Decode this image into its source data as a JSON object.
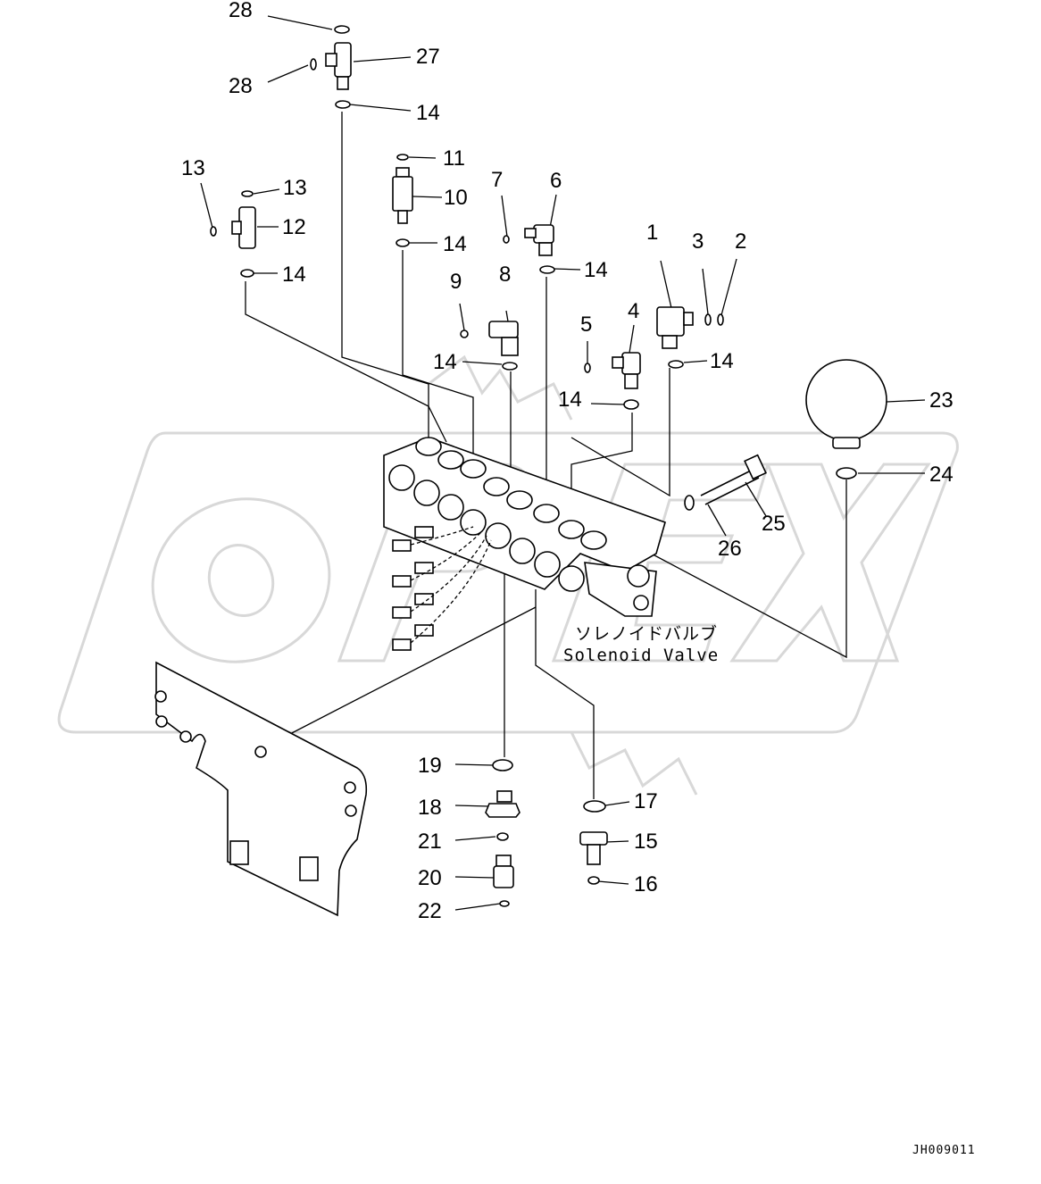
{
  "caption": {
    "jp": "ソレノイドバルブ",
    "en": "Solenoid Valve"
  },
  "drawing_code": "JH009011",
  "watermark": {
    "letters": [
      "O",
      "P",
      "E",
      "X"
    ],
    "color": "#d8d8d8"
  },
  "part_labels": [
    {
      "id": "p28a",
      "text": "28"
    },
    {
      "id": "p27",
      "text": "27"
    },
    {
      "id": "p28b",
      "text": "28"
    },
    {
      "id": "p14a",
      "text": "14"
    },
    {
      "id": "p11",
      "text": "11"
    },
    {
      "id": "p13a",
      "text": "13"
    },
    {
      "id": "p13b",
      "text": "13"
    },
    {
      "id": "p10",
      "text": "10"
    },
    {
      "id": "p7",
      "text": "7"
    },
    {
      "id": "p6",
      "text": "6"
    },
    {
      "id": "p12",
      "text": "12"
    },
    {
      "id": "p14b",
      "text": "14"
    },
    {
      "id": "p1",
      "text": "1"
    },
    {
      "id": "p3",
      "text": "3"
    },
    {
      "id": "p2",
      "text": "2"
    },
    {
      "id": "p14c",
      "text": "14"
    },
    {
      "id": "p14d",
      "text": "14"
    },
    {
      "id": "p9",
      "text": "9"
    },
    {
      "id": "p8",
      "text": "8"
    },
    {
      "id": "p5",
      "text": "5"
    },
    {
      "id": "p4",
      "text": "4"
    },
    {
      "id": "p14e",
      "text": "14"
    },
    {
      "id": "p14f",
      "text": "14"
    },
    {
      "id": "p14g",
      "text": "14"
    },
    {
      "id": "p23",
      "text": "23"
    },
    {
      "id": "p24",
      "text": "24"
    },
    {
      "id": "p25",
      "text": "25"
    },
    {
      "id": "p26",
      "text": "26"
    },
    {
      "id": "p19",
      "text": "19"
    },
    {
      "id": "p18",
      "text": "18"
    },
    {
      "id": "p17",
      "text": "17"
    },
    {
      "id": "p21",
      "text": "21"
    },
    {
      "id": "p15",
      "text": "15"
    },
    {
      "id": "p20",
      "text": "20"
    },
    {
      "id": "p16",
      "text": "16"
    },
    {
      "id": "p22",
      "text": "22"
    }
  ]
}
